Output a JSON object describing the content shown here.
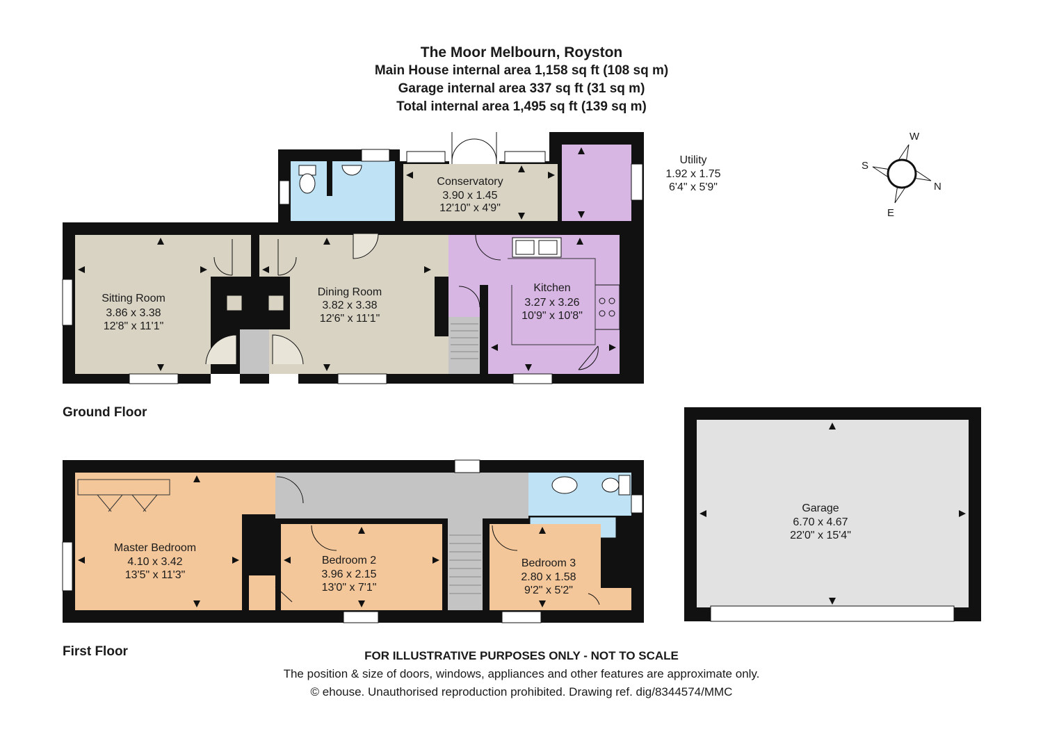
{
  "header": {
    "title": "The Moor Melbourn, Royston",
    "line1": "Main House internal area 1,158 sq ft (108 sq m)",
    "line2": "Garage internal area 337 sq ft (31 sq m)",
    "line3": "Total internal area 1,495 sq ft (139 sq m)"
  },
  "floors": {
    "ground": "Ground Floor",
    "first": "First Floor"
  },
  "rooms": {
    "conservatory": {
      "name": "Conservatory",
      "metric": "3.90 x 1.45",
      "imperial": "12'10\" x 4'9\""
    },
    "utility": {
      "name": "Utility",
      "metric": "1.92 x 1.75",
      "imperial": "6'4\" x 5'9\""
    },
    "sitting": {
      "name": "Sitting Room",
      "metric": "3.86 x 3.38",
      "imperial": "12'8\" x 11'1\""
    },
    "dining": {
      "name": "Dining Room",
      "metric": "3.82 x 3.38",
      "imperial": "12'6\" x 11'1\""
    },
    "kitchen": {
      "name": "Kitchen",
      "metric": "3.27 x 3.26",
      "imperial": "10'9\" x 10'8\""
    },
    "master": {
      "name": "Master Bedroom",
      "metric": "4.10 x 3.42",
      "imperial": "13'5\" x 11'3\""
    },
    "bed2": {
      "name": "Bedroom 2",
      "metric": "3.96 x 2.15",
      "imperial": "13'0\" x 7'1\""
    },
    "bed3": {
      "name": "Bedroom 3",
      "metric": "2.80 x 1.58",
      "imperial": "9'2\" x 5'2\""
    },
    "garage": {
      "name": "Garage",
      "metric": "6.70 x 4.67",
      "imperial": "22'0\" x 15'4\""
    }
  },
  "compass": {
    "w": "W",
    "s": "S",
    "n": "N",
    "e": "E"
  },
  "footer": {
    "disclaimer": "FOR ILLUSTRATIVE PURPOSES ONLY - NOT TO SCALE",
    "note": "The position & size of doors, windows, appliances and other features are approximate only.",
    "copyright": "© ehouse. Unauthorised reproduction prohibited. Drawing ref. dig/8344574/MMC"
  },
  "colors": {
    "wall": "#111111",
    "living": "#d9d3c4",
    "wet": "#bfe3f5",
    "purple": "#d7b6e3",
    "peach": "#f4c79a",
    "hall": "#c4c4c4",
    "garage": "#e2e2e2"
  }
}
